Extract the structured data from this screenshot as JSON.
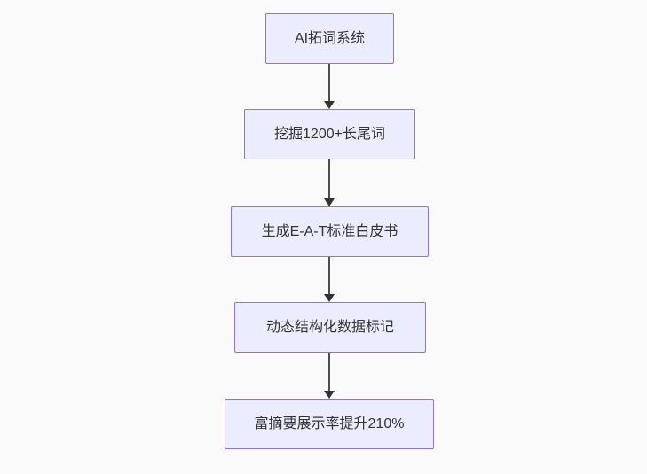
{
  "flowchart": {
    "type": "flowchart",
    "direction": "top-down",
    "colors": {
      "background": "#fafafa",
      "node_fill": "#ECECFF",
      "node_border": "#9370DB",
      "node_text": "#333333",
      "edge_line": "#4d4d4d",
      "edge_arrowhead": "#333333"
    },
    "nodes": [
      {
        "id": "A",
        "label": "AI拓词系统"
      },
      {
        "id": "B",
        "label": "挖掘1200+长尾词"
      },
      {
        "id": "C",
        "label": "生成E-A-T标准白皮书"
      },
      {
        "id": "D",
        "label": "动态结构化数据标记"
      },
      {
        "id": "E",
        "label": "富摘要展示率提升210%"
      }
    ],
    "edges": [
      {
        "from": "AI拓词系统",
        "to": "挖掘1200+长尾词"
      },
      {
        "from": "挖掘1200+长尾词",
        "to": "生成E-A-T标准白皮书"
      },
      {
        "from": "生成E-A-T标准白皮书",
        "to": "动态结构化数据标记"
      },
      {
        "from": "动态结构化数据标记",
        "to": "富摘要展示率提升210%"
      }
    ]
  }
}
